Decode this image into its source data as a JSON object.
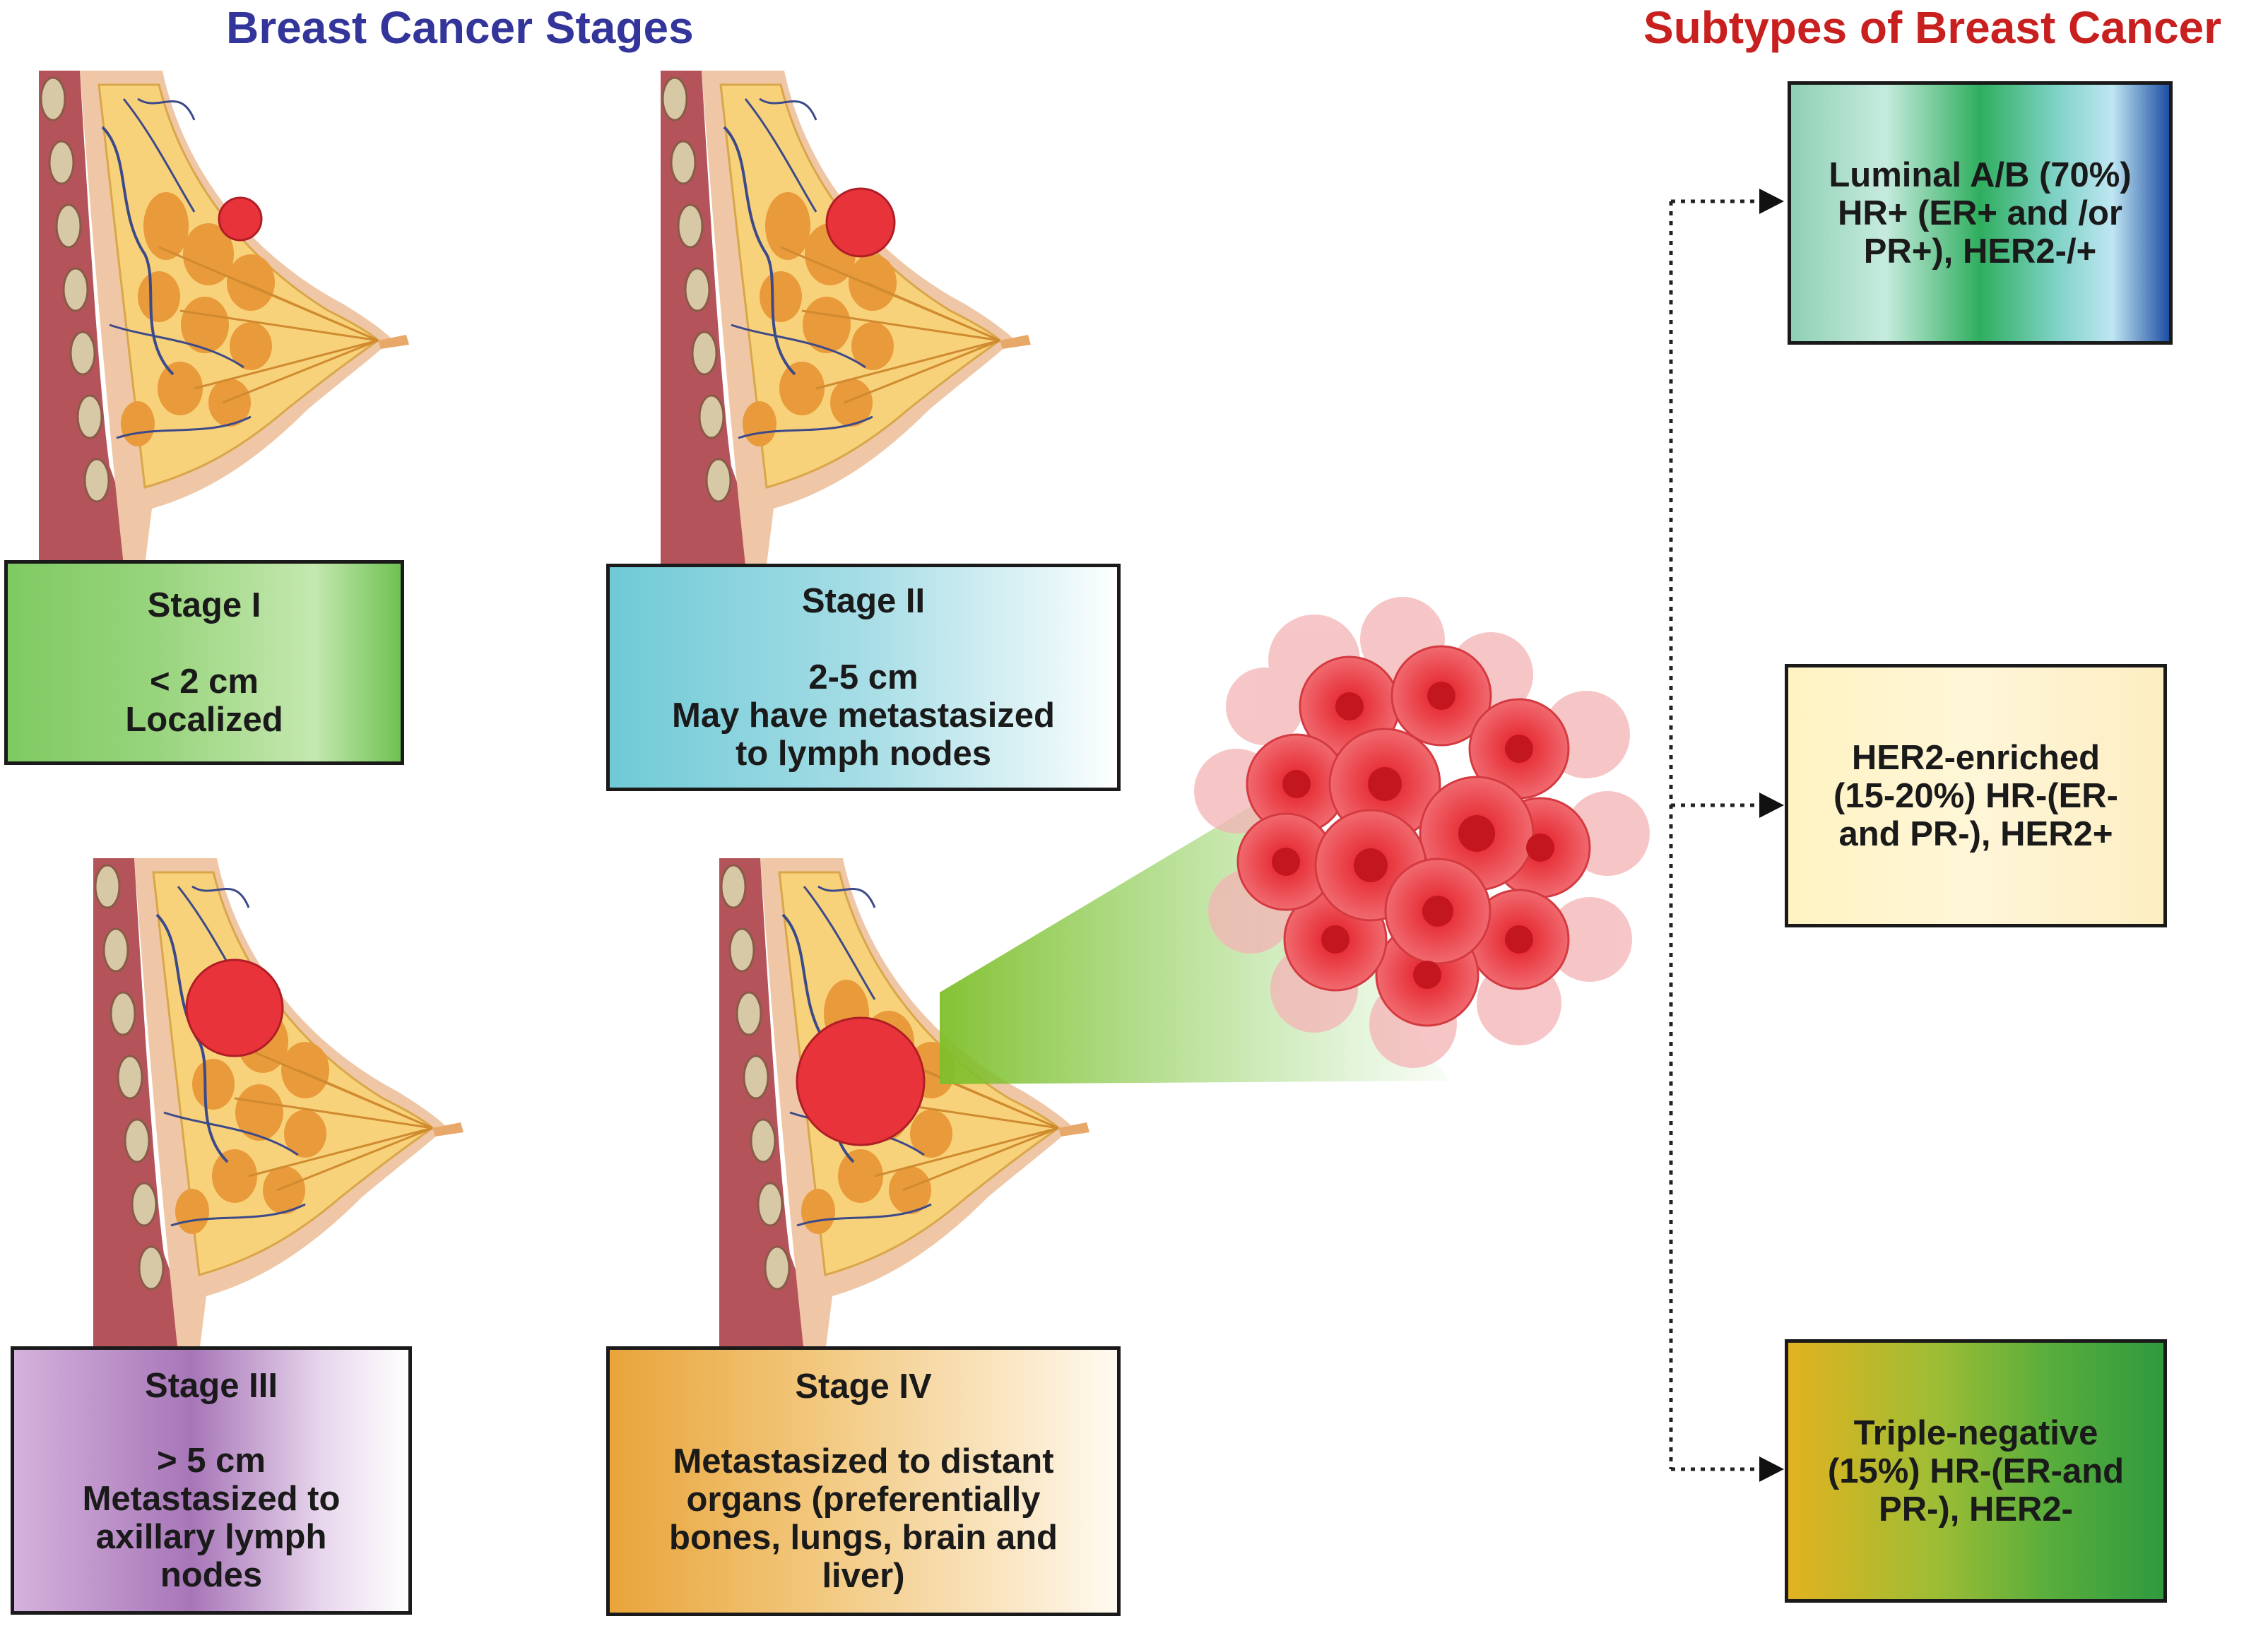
{
  "headings": {
    "stages": "Breast Cancer Stages",
    "subtypes": "Subtypes of Breast Cancer"
  },
  "stages": [
    {
      "title": "Stage I",
      "lines": [
        "< 2 cm",
        "Localized"
      ]
    },
    {
      "title": "Stage II",
      "lines": [
        "2-5 cm",
        "May have metastasized",
        "to lymph nodes"
      ]
    },
    {
      "title": "Stage III",
      "lines": [
        "> 5 cm",
        "Metastasized to",
        "axillary lymph",
        "nodes"
      ]
    },
    {
      "title": "Stage IV",
      "lines": [
        "Metastasized to distant",
        "organs (preferentially",
        "bones, lungs, brain and",
        "liver)"
      ]
    }
  ],
  "subtypes": [
    {
      "lines": [
        "Luminal A/B (70%)",
        "HR+ (ER+ and /or",
        "PR+), HER2-/+"
      ]
    },
    {
      "lines": [
        "HER2-enriched",
        "(15-20%) HR-(ER-",
        "and PR-), HER2+"
      ]
    },
    {
      "lines": [
        "Triple-negative",
        "(15%) HR-(ER-and",
        "PR-), HER2-"
      ]
    }
  ],
  "colors": {
    "stages_heading": "#33359a",
    "subtypes_heading": "#c8201f",
    "tumor": "#e8333b",
    "breast_tissue": "#f8d27a",
    "lobules": "#e99a3a",
    "skin": "#efc7a6",
    "muscle": "#b4545a"
  },
  "icons": [
    "breast-cross-section-illustration",
    "tumor-cell-cluster-illustration",
    "dotted-arrow"
  ]
}
